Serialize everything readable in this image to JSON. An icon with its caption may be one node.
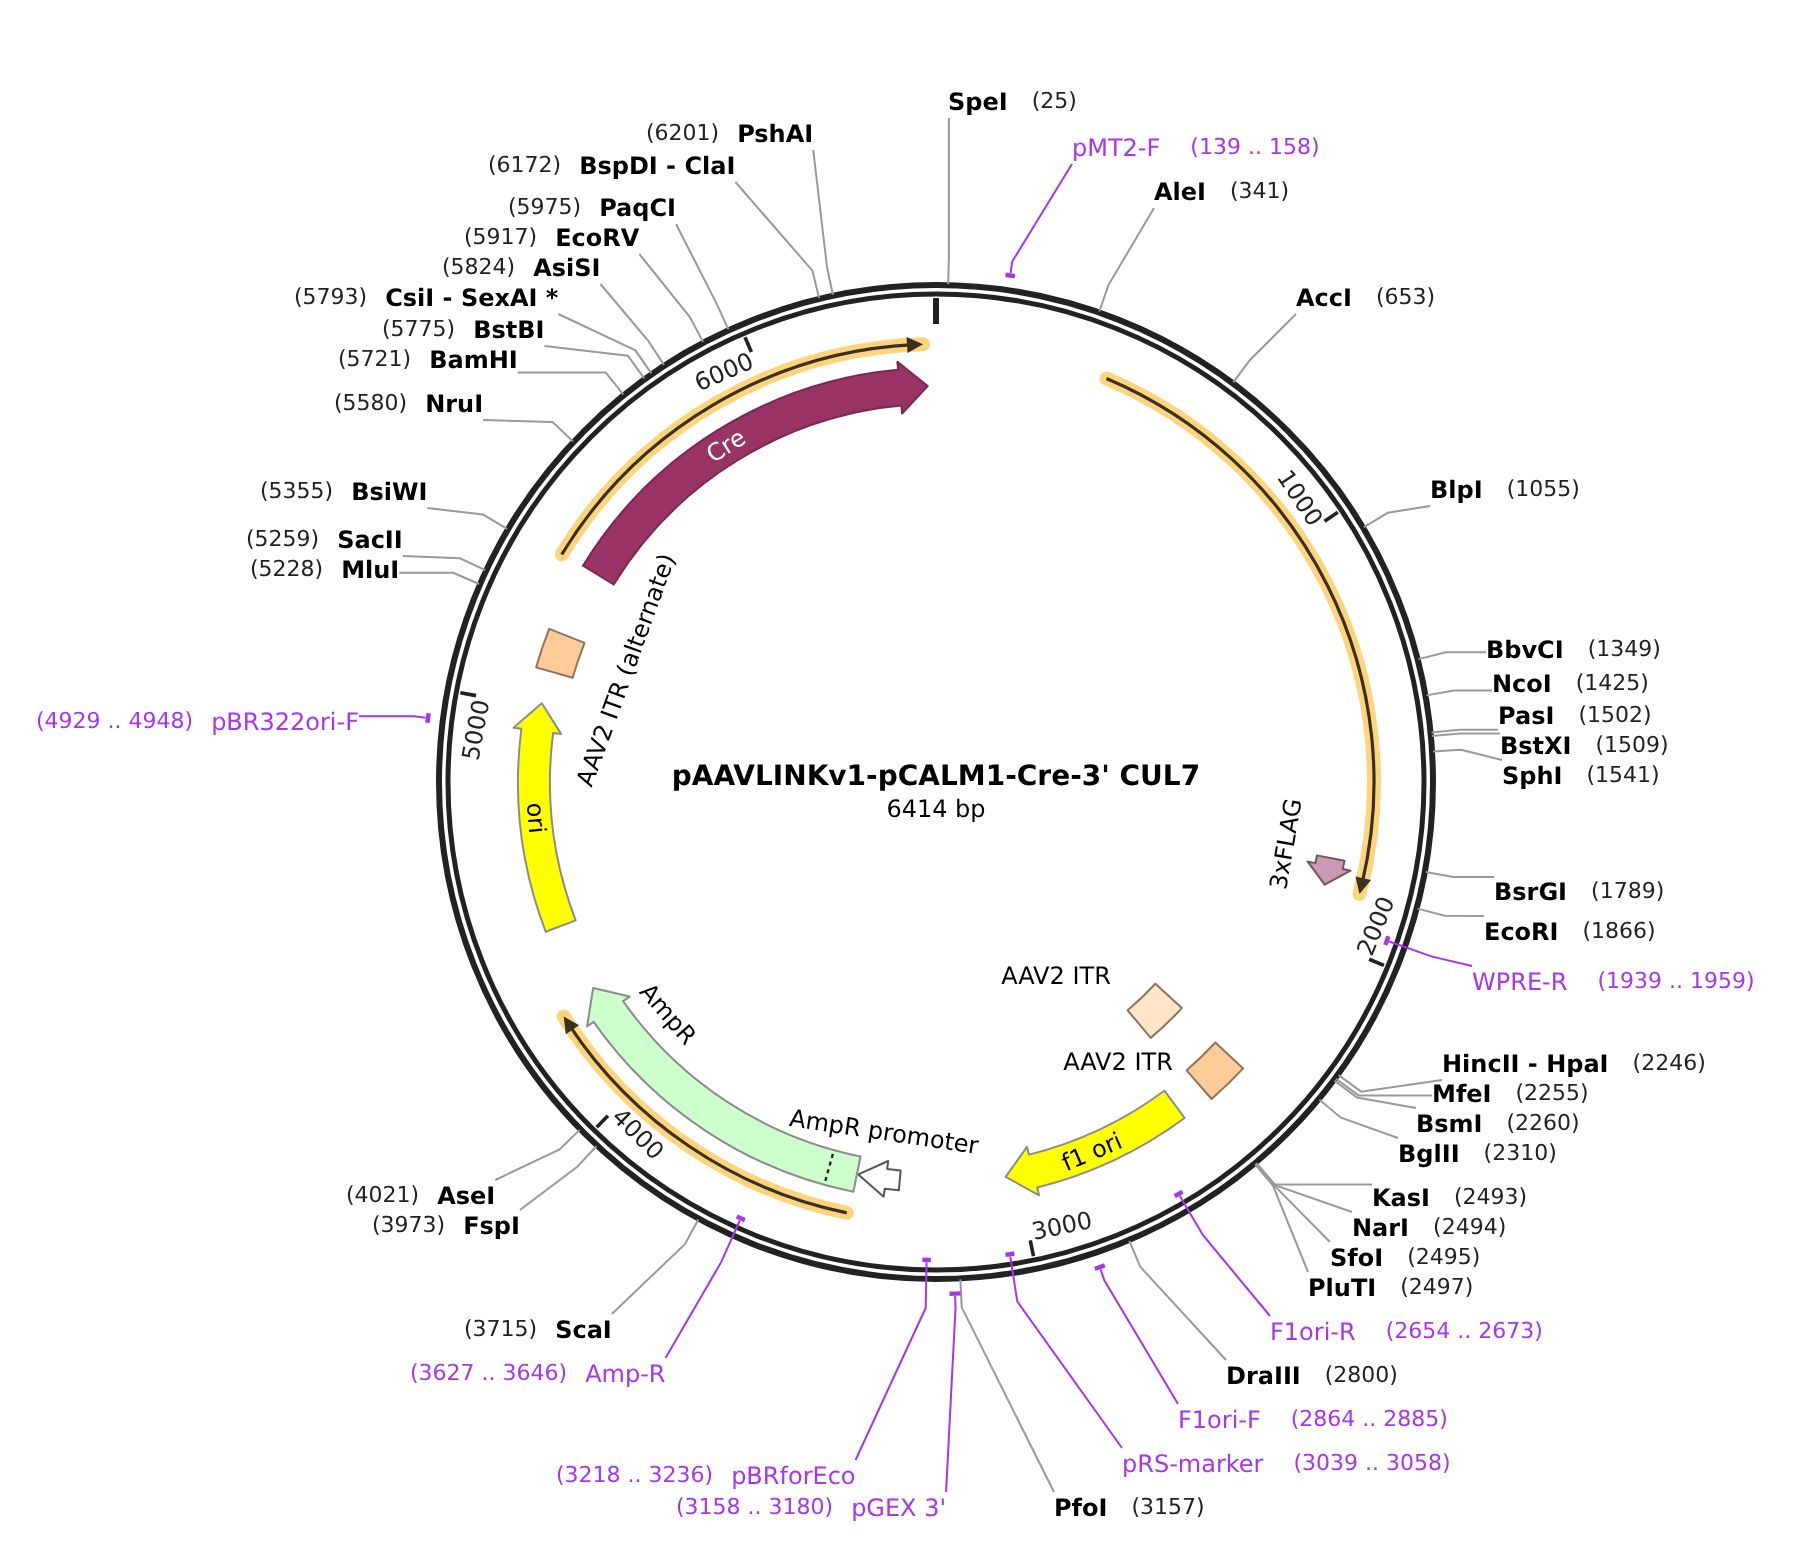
{
  "diagram": {
    "nodes": [
      {
        "text": [
          "pAAVLINKv1-pCALM1-Cre-3' CUL7",
          "6414 bp"
        ]
      },
      {
        "text": [
          "SpeI",
          "(25)"
        ]
      },
      {
        "text": [
          "pMT2-F",
          "(139 .. 158)"
        ]
      },
      {
        "text": [
          "AleI",
          "(341)"
        ]
      },
      {
        "text": [
          "AccI",
          "(653)"
        ]
      },
      {
        "text": [
          "BlpI",
          "(1055)"
        ]
      },
      {
        "text": [
          "BbvCI",
          "(1349)"
        ]
      },
      {
        "text": [
          "NcoI",
          "(1425)"
        ]
      },
      {
        "text": [
          "PasI",
          "(1502)"
        ]
      },
      {
        "text": [
          "BstXI",
          "(1509)"
        ]
      },
      {
        "text": [
          "SphI",
          "(1541)"
        ]
      },
      {
        "text": [
          "BsrGI",
          "(1789)"
        ]
      },
      {
        "text": [
          "EcoRI",
          "(1866)"
        ]
      },
      {
        "text": [
          "WPRE-R",
          "(1939 .. 1959)"
        ]
      },
      {
        "text": [
          "HincII - HpaI",
          "(2246)"
        ]
      },
      {
        "text": [
          "MfeI",
          "(2255)"
        ]
      },
      {
        "text": [
          "BsmI",
          "(2260)"
        ]
      },
      {
        "text": [
          "BglII",
          "(2310)"
        ]
      },
      {
        "text": [
          "KasI",
          "(2493)"
        ]
      },
      {
        "text": [
          "NarI",
          "(2494)"
        ]
      },
      {
        "text": [
          "SfoI",
          "(2495)"
        ]
      },
      {
        "text": [
          "PluTI",
          "(2497)"
        ]
      },
      {
        "text": [
          "F1ori-R",
          "(2654 .. 2673)"
        ]
      },
      {
        "text": [
          "DraIII",
          "(2800)"
        ]
      },
      {
        "text": [
          "F1ori-F",
          "(2864 .. 2885)"
        ]
      },
      {
        "text": [
          "pRS-marker",
          "(3039 .. 3058)"
        ]
      },
      {
        "text": [
          "PfoI",
          "(3157)"
        ]
      },
      {
        "text": [
          "(3158 .. 3180)",
          "pGEX 3'"
        ]
      },
      {
        "text": [
          "(3218 .. 3236)",
          "pBRforEco"
        ]
      },
      {
        "text": [
          "(3627 .. 3646)",
          "Amp-R"
        ]
      },
      {
        "text": [
          "(3715)",
          "ScaI"
        ]
      },
      {
        "text": [
          "(3973)",
          "FspI"
        ]
      },
      {
        "text": [
          "(4021)",
          "AseI"
        ]
      },
      {
        "text": [
          "(4929 .. 4948)",
          "pBR322ori-F"
        ]
      },
      {
        "text": [
          "(5228)",
          "MluI"
        ]
      },
      {
        "text": [
          "(5259)",
          "SacII"
        ]
      },
      {
        "text": [
          "(5355)",
          "BsiWI"
        ]
      },
      {
        "text": [
          "(5580)",
          "NruI"
        ]
      },
      {
        "text": [
          "(5721)",
          "BamHI"
        ]
      },
      {
        "text": [
          "(5775)",
          "BstBI"
        ]
      },
      {
        "text": [
          "(5793)",
          "CsiI - SexAI *"
        ]
      },
      {
        "text": [
          "(5824)",
          "AsiSI"
        ]
      },
      {
        "text": [
          "(5917)",
          "EcoRV"
        ]
      },
      {
        "text": [
          "(5975)",
          "PaqCI"
        ]
      },
      {
        "text": [
          "(6172)",
          "BspDI - ClaI"
        ]
      },
      {
        "text": [
          "(6201)",
          "PshAI"
        ]
      },
      {
        "text": [],
        "shape": "bar"
      },
      {
        "text": [],
        "shape": "bar"
      },
      {
        "text": [],
        "shape": "bar",
        "in": 0
      },
      {
        "text": [],
        "shape": "bar",
        "in": 0
      },
      {
        "text": [],
        "shape": "bar",
        "in": 0
      },
      {
        "text": [],
        "shape": "bar",
        "in": 0
      },
      {
        "text": [],
        "shape": "bar",
        "in": 0
      },
      {
        "text": [],
        "shape": "bar"
      },
      {
        "text": [],
        "shape": "bar"
      },
      {
        "text": [],
        "shape": "arrow",
        "in": 0
      },
      {
        "text": [
          "Cre"
        ],
        "in": 0
      },
      {
        "text": [],
        "shape": "arrow",
        "in": 0
      },
      {
        "text": [
          "3xFLAG"
        ],
        "in": 57
      },
      {
        "text": [
          "AAV2 ITR"
        ],
        "in": 0
      },
      {
        "text": [
          "AAV2 ITR"
        ],
        "in": 0
      },
      {
        "text": [
          "f1 ori"
        ],
        "in": 0
      },
      {
        "text": [
          "AmpR promoter"
        ],
        "in": 0
      },
      {
        "text": [
          "AmpR"
        ],
        "in": 0
      },
      {
        "text": [],
        "shape": "arrow",
        "in": 0
      },
      {
        "text": [
          "ori"
        ],
        "in": 0
      },
      {
        "text": [
          "AAV2 ITR (alternate)"
        ],
        "in": 0
      }
    ],
    "edges": [
      {
        "from": 1,
        "to": 0,
        "arrow": "none"
      },
      {
        "from": 2,
        "to": 46,
        "arrow": "none",
        "color": "#a635f0"
      },
      {
        "from": 3,
        "to": 0,
        "arrow": "none"
      },
      {
        "from": 4,
        "to": 0,
        "arrow": "none"
      },
      {
        "from": 5,
        "to": 0,
        "arrow": "none"
      },
      {
        "from": 6,
        "to": 0,
        "arrow": "none"
      },
      {
        "from": 7,
        "to": 0,
        "arrow": "none"
      },
      {
        "from": 8,
        "to": 0,
        "arrow": "none"
      },
      {
        "from": 9,
        "to": 0,
        "arrow": "none"
      },
      {
        "from": 10,
        "to": 0,
        "arrow": "none"
      },
      {
        "from": 11,
        "to": 0,
        "arrow": "none"
      },
      {
        "from": 12,
        "to": 0,
        "arrow": "none"
      },
      {
        "from": 13,
        "to": 48,
        "arrow": "none",
        "color": "#a635f0"
      },
      {
        "from": 14,
        "to": 0,
        "arrow": "none"
      },
      {
        "from": 15,
        "to": 0,
        "arrow": "none"
      },
      {
        "from": 16,
        "to": 0,
        "arrow": "none"
      },
      {
        "from": 17,
        "to": 0,
        "arrow": "none"
      },
      {
        "from": 18,
        "to": 0,
        "arrow": "none"
      },
      {
        "from": 19,
        "to": 0,
        "arrow": "none"
      },
      {
        "from": 20,
        "to": 0,
        "arrow": "none"
      },
      {
        "from": 21,
        "to": 0,
        "arrow": "none"
      },
      {
        "from": 22,
        "to": 49,
        "arrow": "none",
        "color": "#a635f0"
      },
      {
        "from": 23,
        "to": 0,
        "arrow": "none"
      },
      {
        "from": 24,
        "to": 53,
        "arrow": "none",
        "color": "#a635f0"
      },
      {
        "from": 25,
        "to": 51,
        "arrow": "none",
        "color": "#a635f0"
      },
      {
        "from": 26,
        "to": 0,
        "arrow": "none"
      },
      {
        "from": 27,
        "to": 54,
        "arrow": "none",
        "color": "#a635f0"
      },
      {
        "from": 28,
        "to": 52,
        "arrow": "none",
        "color": "#a635f0"
      },
      {
        "from": 29,
        "to": 50,
        "arrow": "none",
        "color": "#a635f0"
      },
      {
        "from": 30,
        "to": 0,
        "arrow": "none"
      },
      {
        "from": 31,
        "to": 0,
        "arrow": "none"
      },
      {
        "from": 32,
        "to": 0,
        "arrow": "none"
      },
      {
        "from": 33,
        "to": 47,
        "arrow": "none",
        "color": "#a635f0"
      },
      {
        "from": 34,
        "to": 0,
        "arrow": "none"
      },
      {
        "from": 35,
        "to": 0,
        "arrow": "none"
      },
      {
        "from": 36,
        "to": 0,
        "arrow": "none"
      },
      {
        "from": 37,
        "to": 0,
        "arrow": "none"
      },
      {
        "from": 38,
        "to": 0,
        "arrow": "none"
      },
      {
        "from": 39,
        "to": 0,
        "arrow": "none"
      },
      {
        "from": 40,
        "to": 0,
        "arrow": "none"
      },
      {
        "from": 41,
        "to": 0,
        "arrow": "none"
      },
      {
        "from": 42,
        "to": 0,
        "arrow": "none"
      },
      {
        "from": 43,
        "to": 0,
        "arrow": "none"
      },
      {
        "from": 44,
        "to": 0,
        "arrow": "none"
      },
      {
        "from": 45,
        "to": 0,
        "arrow": "none"
      }
    ],
    "labels": [
      "1000",
      "2000",
      "3000",
      "4000",
      "5000",
      "6000"
    ]
  }
}
